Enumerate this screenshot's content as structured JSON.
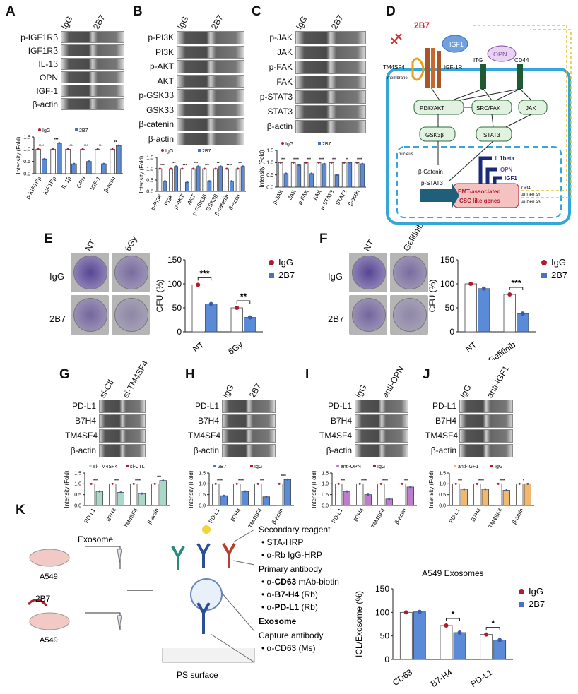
{
  "panels": {
    "A": {
      "letter": "A",
      "lanes": [
        "IgG",
        "2B7"
      ],
      "rows": [
        "p-IGF1Rβ",
        "IGF1Rβ",
        "IL-1β",
        "OPN",
        "IGF-1",
        "β-actin"
      ]
    },
    "B": {
      "letter": "B",
      "lanes": [
        "IgG",
        "2B7"
      ],
      "rows": [
        "p-PI3K",
        "PI3K",
        "p-AKT",
        "AKT",
        "p-GSK3β",
        "GSK3β",
        "β-catenin",
        "β-actin"
      ]
    },
    "C": {
      "letter": "C",
      "lanes": [
        "IgG",
        "2B7"
      ],
      "rows": [
        "p-JAK",
        "JAK",
        "p-FAK",
        "FAK",
        "p-STAT3",
        "STAT3",
        "β-actin"
      ]
    },
    "D": {
      "letter": "D"
    },
    "E": {
      "letter": "E",
      "cols": [
        "NT",
        "6Gy"
      ],
      "rows": [
        "IgG",
        "2B7"
      ]
    },
    "F": {
      "letter": "F",
      "cols": [
        "NT",
        "Gefitinib"
      ],
      "rows": [
        "IgG",
        "2B7"
      ]
    },
    "G": {
      "letter": "G",
      "lanes": [
        "si-Ctl",
        "si-TM4SF4"
      ],
      "rows": [
        "PD-L1",
        "B7H4",
        "TM4SF4",
        "β-actin"
      ]
    },
    "H": {
      "letter": "H",
      "lanes": [
        "IgG",
        "2B7"
      ],
      "rows": [
        "PD-L1",
        "B7H4",
        "TM4SF4",
        "β-actin"
      ]
    },
    "I": {
      "letter": "I",
      "lanes": [
        "IgG",
        "anti-OPN"
      ],
      "rows": [
        "PD-L1",
        "B7H4",
        "TM4SF4",
        "β-actin"
      ]
    },
    "J": {
      "letter": "J",
      "lanes": [
        "IgG",
        "anti-IGF1"
      ],
      "rows": [
        "PD-L1",
        "B7H4",
        "TM4SF4",
        "β-actin"
      ]
    },
    "K": {
      "letter": "K"
    }
  },
  "diagram_D": {
    "antibody": "2B7",
    "membrane": "membrane",
    "tm4sf4": "TM4SF4",
    "igf1r": "IGF-1R",
    "igf1": "IGF1",
    "opn": "OPN",
    "itg": "ITG",
    "cd44": "CD44",
    "pi3k": "PI3K/AKT",
    "srcfak": "SRC/FAK",
    "jak": "JAK",
    "gsk": "GSK3β",
    "stat3": "STAT3",
    "nucleus": "nucleus",
    "catenin": "β-Catenin",
    "pstat3": "p-STAT3",
    "emt1": "EMT-associated",
    "emt2": "CSC like genes",
    "il1": "IL1beta",
    "opn2": "OPN",
    "igf1b": "IGF1",
    "oct4": "Oct4",
    "aldh1": "ALDH1A1",
    "aldh3": "ALDH1A3"
  },
  "diagram_K": {
    "exosome_label": "Exosome",
    "cell1": "A549",
    "cell2": "A549",
    "treat": "2B7",
    "ps": "PS surface",
    "sec_title": "Secondary reagent",
    "sec1": "STA-HRP",
    "sec2": "α-Rb IgG-HRP",
    "pri_title": "Primary antibody",
    "pri1a": "α-",
    "pri1b": "CD63",
    "pri1c": " mAb-biotin",
    "pri2a": "α-",
    "pri2b": "B7-H4",
    "pri2c": " (Rb)",
    "pri3a": "α-",
    "pri3b": "PD-L1",
    "pri3c": " (Rb)",
    "exo_title": "Exosome",
    "cap_title": "Capture antibody",
    "cap1": "α-CD63 (Ms)",
    "bullet": "•"
  },
  "colors": {
    "igg": "#b01c2e",
    "b7": "#4a6fc6",
    "bar_blue": "#5b8ad6",
    "cyan": "#35a6d8",
    "green_box": "#2e6b3a"
  },
  "chart_data": [
    {
      "id": "A",
      "type": "bar",
      "legend": [
        "IgG",
        "2B7"
      ],
      "categories": [
        "p-IGF1Rβ",
        "IGF1Rβ",
        "IL-1β",
        "OPN",
        "IGF-1",
        "β-actin"
      ],
      "series": [
        {
          "name": "IgG",
          "values": [
            1.0,
            1.0,
            1.0,
            1.0,
            1.0,
            1.0
          ]
        },
        {
          "name": "2B7",
          "values": [
            0.6,
            1.25,
            0.4,
            0.5,
            0.4,
            1.15
          ]
        }
      ],
      "ylabel": "Intensity (Fold)",
      "ylim": [
        0,
        1.5
      ],
      "yticks": [
        "0.0",
        "0.5",
        "1.0",
        "1.5"
      ],
      "sig": [
        "****",
        "***",
        "****",
        "***",
        "***",
        "**"
      ]
    },
    {
      "id": "B",
      "type": "bar",
      "legend": [
        "IgG",
        "2B7"
      ],
      "categories": [
        "p-PI3K",
        "PI3K",
        "p-AKT",
        "AKT",
        "p-GSK3β",
        "GSK3β",
        "β-catenin",
        "β-actin"
      ],
      "series": [
        {
          "name": "IgG",
          "values": [
            1,
            1,
            1,
            1,
            1,
            1,
            1,
            1
          ]
        },
        {
          "name": "2B7",
          "values": [
            0.45,
            1.1,
            0.4,
            1.1,
            0.45,
            1.1,
            0.45,
            1.1
          ]
        }
      ],
      "ylabel": "Intensity (Fold)",
      "ylim": [
        0,
        1.5
      ],
      "yticks": [
        "0.0",
        "0.5",
        "1.0",
        "1.5"
      ],
      "sig": [
        "***",
        "***",
        "***",
        "***",
        "***",
        "**",
        "****",
        "***"
      ]
    },
    {
      "id": "C",
      "type": "bar",
      "legend": [
        "IgG",
        "2B7"
      ],
      "categories": [
        "p-JAK",
        "JAK",
        "p-FAK",
        "FAK",
        "p-STAT3",
        "STAT3",
        "β-actin"
      ],
      "series": [
        {
          "name": "IgG",
          "values": [
            1,
            1,
            1,
            1,
            1,
            1,
            1
          ]
        },
        {
          "name": "2B7",
          "values": [
            0.55,
            0.9,
            0.55,
            0.95,
            0.5,
            1.0,
            0.95
          ]
        }
      ],
      "ylabel": "Intensity (Fold)",
      "ylim": [
        0,
        1.5
      ],
      "yticks": [
        "0.0",
        "0.5",
        "1.0",
        "1.5"
      ],
      "sig": [
        "***",
        "****",
        "***",
        "****",
        "***",
        "*",
        "****"
      ]
    },
    {
      "id": "E",
      "type": "bar",
      "legend": [
        "IgG",
        "2B7"
      ],
      "categories": [
        "NT",
        "6Gy"
      ],
      "series": [
        {
          "name": "IgG",
          "values": [
            98,
            50
          ]
        },
        {
          "name": "2B7",
          "values": [
            58,
            30
          ]
        }
      ],
      "ylabel": "CFU (%)",
      "ylim": [
        0,
        150
      ],
      "yticks": [
        "0",
        "50",
        "100",
        "150"
      ],
      "sig": [
        "***",
        "**"
      ]
    },
    {
      "id": "F",
      "type": "bar",
      "legend": [
        "IgG",
        "2B7"
      ],
      "categories": [
        "NT",
        "Gefitinib"
      ],
      "series": [
        {
          "name": "IgG",
          "values": [
            100,
            78
          ]
        },
        {
          "name": "2B7",
          "values": [
            90,
            38
          ]
        }
      ],
      "ylabel": "CFU (%)",
      "ylim": [
        0,
        150
      ],
      "yticks": [
        "0",
        "50",
        "100",
        "150"
      ],
      "sig": [
        "",
        "***"
      ]
    },
    {
      "id": "G",
      "type": "bar",
      "legend": [
        "si-TM4SF4",
        "si-CTL"
      ],
      "categories": [
        "PD-L1",
        "B7H4",
        "TM4SF4",
        "β-actin"
      ],
      "series": [
        {
          "name": "si-CTL",
          "values": [
            1,
            1,
            1,
            1
          ]
        },
        {
          "name": "si-TM4SF4",
          "values": [
            0.65,
            0.6,
            0.55,
            1.15
          ]
        }
      ],
      "ylabel": "Intensity (Fold)",
      "ylim": [
        0,
        1.5
      ],
      "yticks": [
        "0.0",
        "0.5",
        "1.0",
        "1.5"
      ],
      "sig": [
        "***",
        "***",
        "****",
        "***"
      ]
    },
    {
      "id": "H",
      "type": "bar",
      "legend": [
        "2B7",
        "IgG"
      ],
      "categories": [
        "PD-L1",
        "B7H4",
        "TM4SF4",
        "β-actin"
      ],
      "series": [
        {
          "name": "IgG",
          "values": [
            1,
            1,
            1,
            1
          ]
        },
        {
          "name": "2B7",
          "values": [
            0.45,
            0.65,
            0.4,
            1.2
          ]
        }
      ],
      "ylabel": "Intensity (Fold)",
      "ylim": [
        0,
        1.5
      ],
      "yticks": [
        "0.0",
        "0.5",
        "1.0",
        "1.5"
      ],
      "sig": [
        "****",
        "****",
        "***",
        "****"
      ]
    },
    {
      "id": "I",
      "type": "bar",
      "legend": [
        "anti-OPN",
        "IgG"
      ],
      "categories": [
        "PD-L1",
        "B7H4",
        "TM4SF4",
        "β-actin"
      ],
      "series": [
        {
          "name": "IgG",
          "values": [
            1,
            1,
            1,
            1
          ]
        },
        {
          "name": "anti-OPN",
          "values": [
            0.65,
            0.5,
            0.3,
            0.85
          ]
        }
      ],
      "ylabel": "Intensity (Fold)",
      "ylim": [
        0,
        1.5
      ],
      "yticks": [
        "0.0",
        "0.5",
        "1.0",
        "1.5"
      ],
      "sig": [
        "***",
        "****",
        "****",
        "***"
      ]
    },
    {
      "id": "J",
      "type": "bar",
      "legend": [
        "anti-IGF1",
        "IgG"
      ],
      "categories": [
        "PD-L1",
        "B7H4",
        "TM4SF4",
        "β-actin"
      ],
      "series": [
        {
          "name": "IgG",
          "values": [
            1,
            1,
            1,
            1
          ]
        },
        {
          "name": "anti-IGF1",
          "values": [
            0.75,
            0.75,
            0.7,
            1.0
          ]
        }
      ],
      "ylabel": "Intensity (Fold)",
      "ylim": [
        0,
        1.5
      ],
      "yticks": [
        "0.0",
        "0.5",
        "1.0",
        "1.5"
      ],
      "sig": [
        "***",
        "****",
        "****",
        "*"
      ]
    },
    {
      "id": "K",
      "type": "bar",
      "title": "A549 Exosomes",
      "legend": [
        "IgG",
        "2B7"
      ],
      "categories": [
        "CD63",
        "B7-H4",
        "PD-L1"
      ],
      "series": [
        {
          "name": "IgG",
          "values": [
            100,
            72,
            53
          ]
        },
        {
          "name": "2B7",
          "values": [
            101,
            57,
            41
          ]
        }
      ],
      "ylabel": "ICL/Exosome (%)",
      "ylim": [
        0,
        150
      ],
      "yticks": [
        "0",
        "50",
        "100",
        "150"
      ],
      "sig": [
        "",
        "*",
        "*"
      ]
    }
  ]
}
